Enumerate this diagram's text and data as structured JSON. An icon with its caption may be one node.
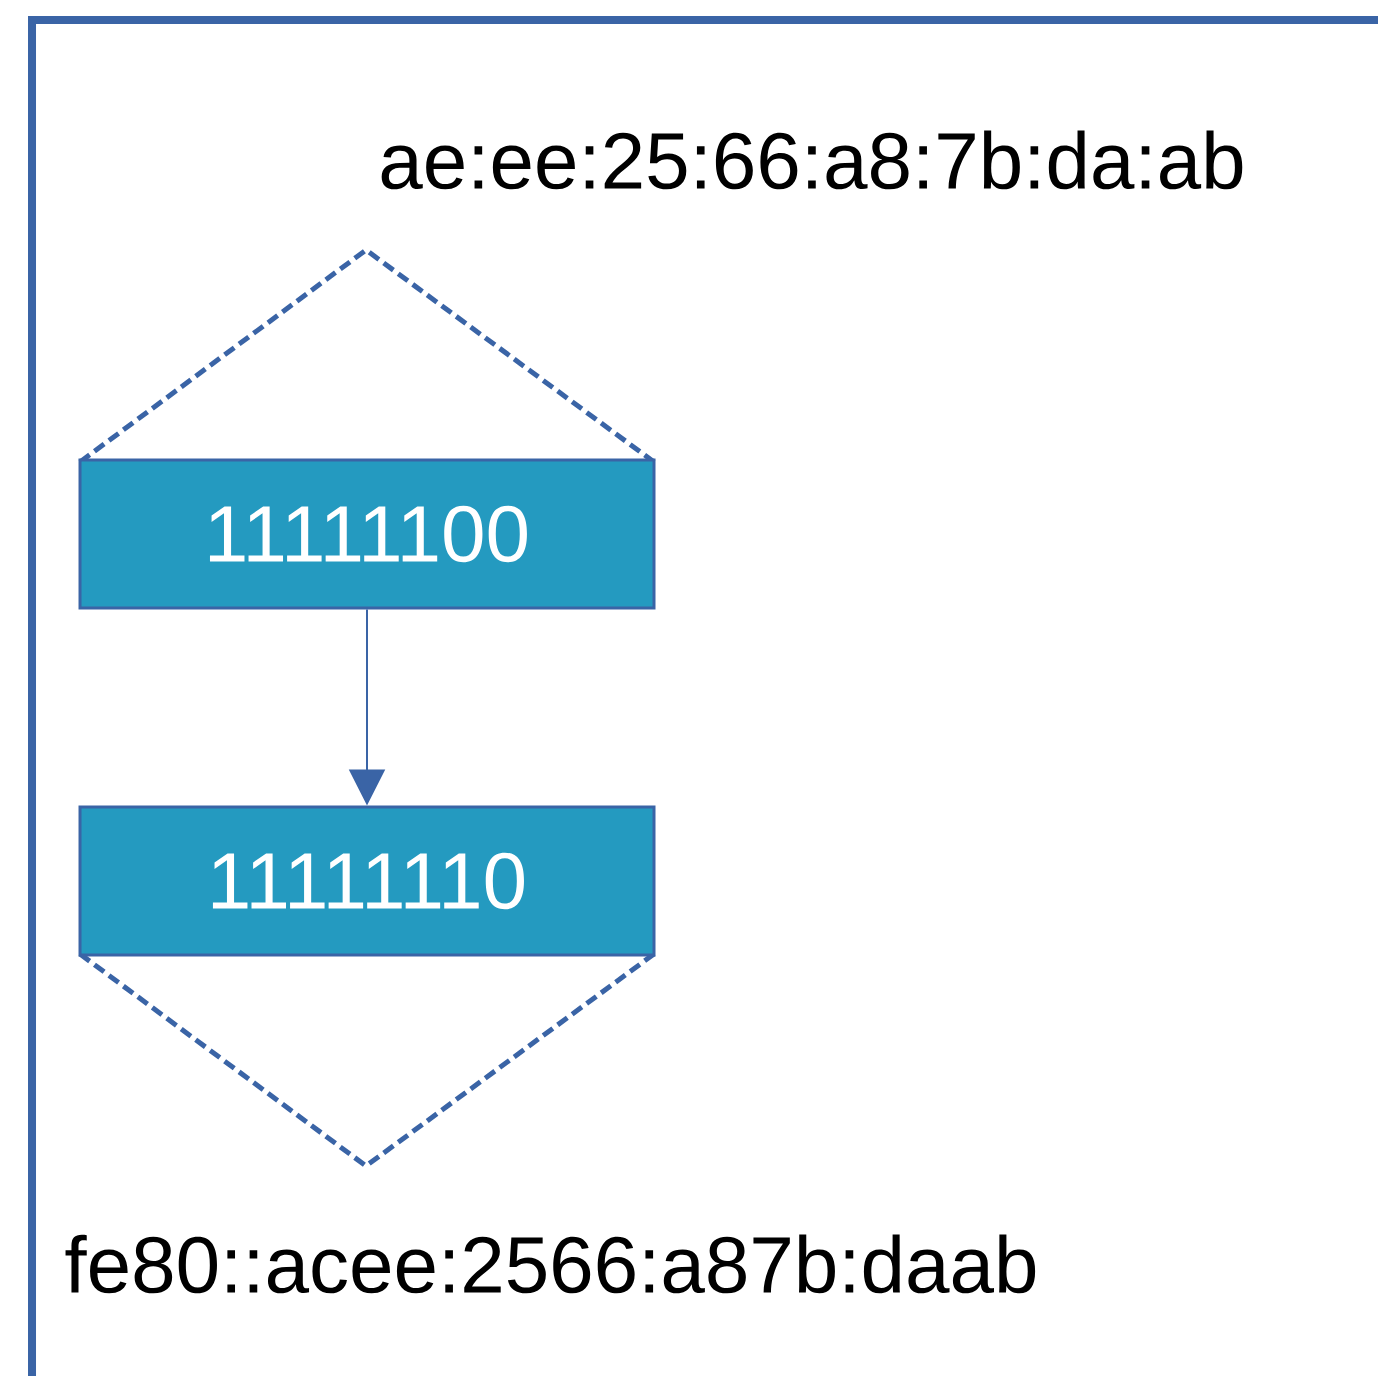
{
  "diagram": {
    "nodes": [
      {
        "text": [
          "ae:ee:25:66:a8:7b:da:ab"
        ]
      },
      {
        "text": [
          "11111100"
        ]
      },
      {
        "text": [
          "11111110"
        ]
      },
      {
        "text": [
          "fe80::acee:2566:a87b:daab"
        ]
      }
    ],
    "edges": [
      {
        "from": 1,
        "to": 2,
        "arrow": "to"
      }
    ]
  }
}
